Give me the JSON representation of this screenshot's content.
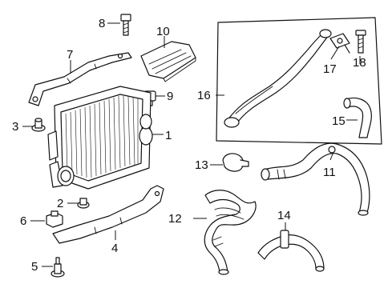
{
  "diagram": {
    "callouts": {
      "c1": "1",
      "c2": "2",
      "c3": "3",
      "c4": "4",
      "c5": "5",
      "c6": "6",
      "c7": "7",
      "c8": "8",
      "c9": "9",
      "c10": "10",
      "c11": "11",
      "c12": "12",
      "c13": "13",
      "c14": "14",
      "c15": "15",
      "c16": "16",
      "c17": "17",
      "c18": "18"
    },
    "parts": [
      "intercooler",
      "bracket-2",
      "bolt-3",
      "lower-bracket-4",
      "bolt-5",
      "nut-6",
      "upper-bracket-7",
      "bolt-8",
      "sensor-9",
      "heat-shield-10",
      "hose-11",
      "tube-12",
      "clamp-13",
      "hose-14",
      "hose-15",
      "tube-16",
      "clip-17",
      "bolt-18"
    ],
    "colors": {
      "line": "#111111",
      "background": "#ffffff"
    }
  }
}
